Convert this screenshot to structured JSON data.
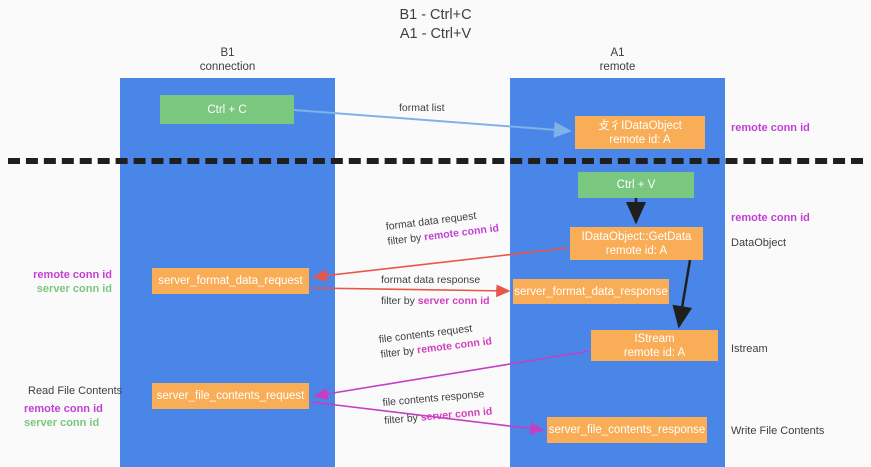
{
  "title": "B1 - Ctrl+C\nA1 - Ctrl+V",
  "lanes": [
    {
      "id": "b1",
      "header": "B1\nconnection",
      "color": "#4a86e8"
    },
    {
      "id": "a1",
      "header": "A1\nremote",
      "color": "#4a86e8"
    }
  ],
  "nodes": {
    "ctrl_c": "Ctrl + C",
    "idataobject_top": "⽁⼻IDataObject\nremote id: A",
    "ctrl_v": "Ctrl + V",
    "getdata": "IDataObject::GetData\nremote id: A",
    "server_format_data_request": "server_format_data_request",
    "server_format_data_response": "server_format_data_response",
    "istream": "IStream\nremote id: A",
    "server_file_contents_request": "server_file_contents_request",
    "server_file_contents_response": "server_file_contents_response"
  },
  "arrow_labels": {
    "format_list": "format list",
    "format_data_request": "format data request",
    "format_data_request_filter_prefix": "filter by ",
    "format_data_request_filter_key": "remote conn id",
    "format_data_response": "format data response",
    "format_data_response_filter_prefix": "filter by ",
    "format_data_response_filter_key": "server conn id",
    "file_contents_request": "file contents request",
    "file_contents_request_filter_prefix": "filter by ",
    "file_contents_request_filter_key": "remote conn id",
    "file_contents_response": "file contents response",
    "file_contents_response_filter_prefix": "filter by ",
    "file_contents_response_filter_key": "server conn id"
  },
  "annotations": {
    "remote_conn_id_top": "remote conn id",
    "remote_conn_id_mid": "remote conn id",
    "dataobject": "DataObject",
    "istream": "Istream",
    "write_file_contents": "Write File Contents",
    "read_file_contents": "Read File Contents",
    "left_remote_conn_id": "remote conn id",
    "left_server_conn_id": "server conn id",
    "left_remote_conn_id_2": "remote conn id",
    "left_server_conn_id_2": "server conn id"
  },
  "colors": {
    "lane": "#4a86e8",
    "green_box": "#7ac77f",
    "orange_box": "#f9ad57",
    "purple_text": "#c23fd6",
    "green_text": "#7ac77f",
    "red_arrow": "#e8564b",
    "magenta_arrow": "#c53fc5",
    "blue_arrow": "#7fb3e8",
    "black_arrow": "#1f1f1f",
    "divider": "#1f1f1f",
    "background": "#fafafa"
  }
}
